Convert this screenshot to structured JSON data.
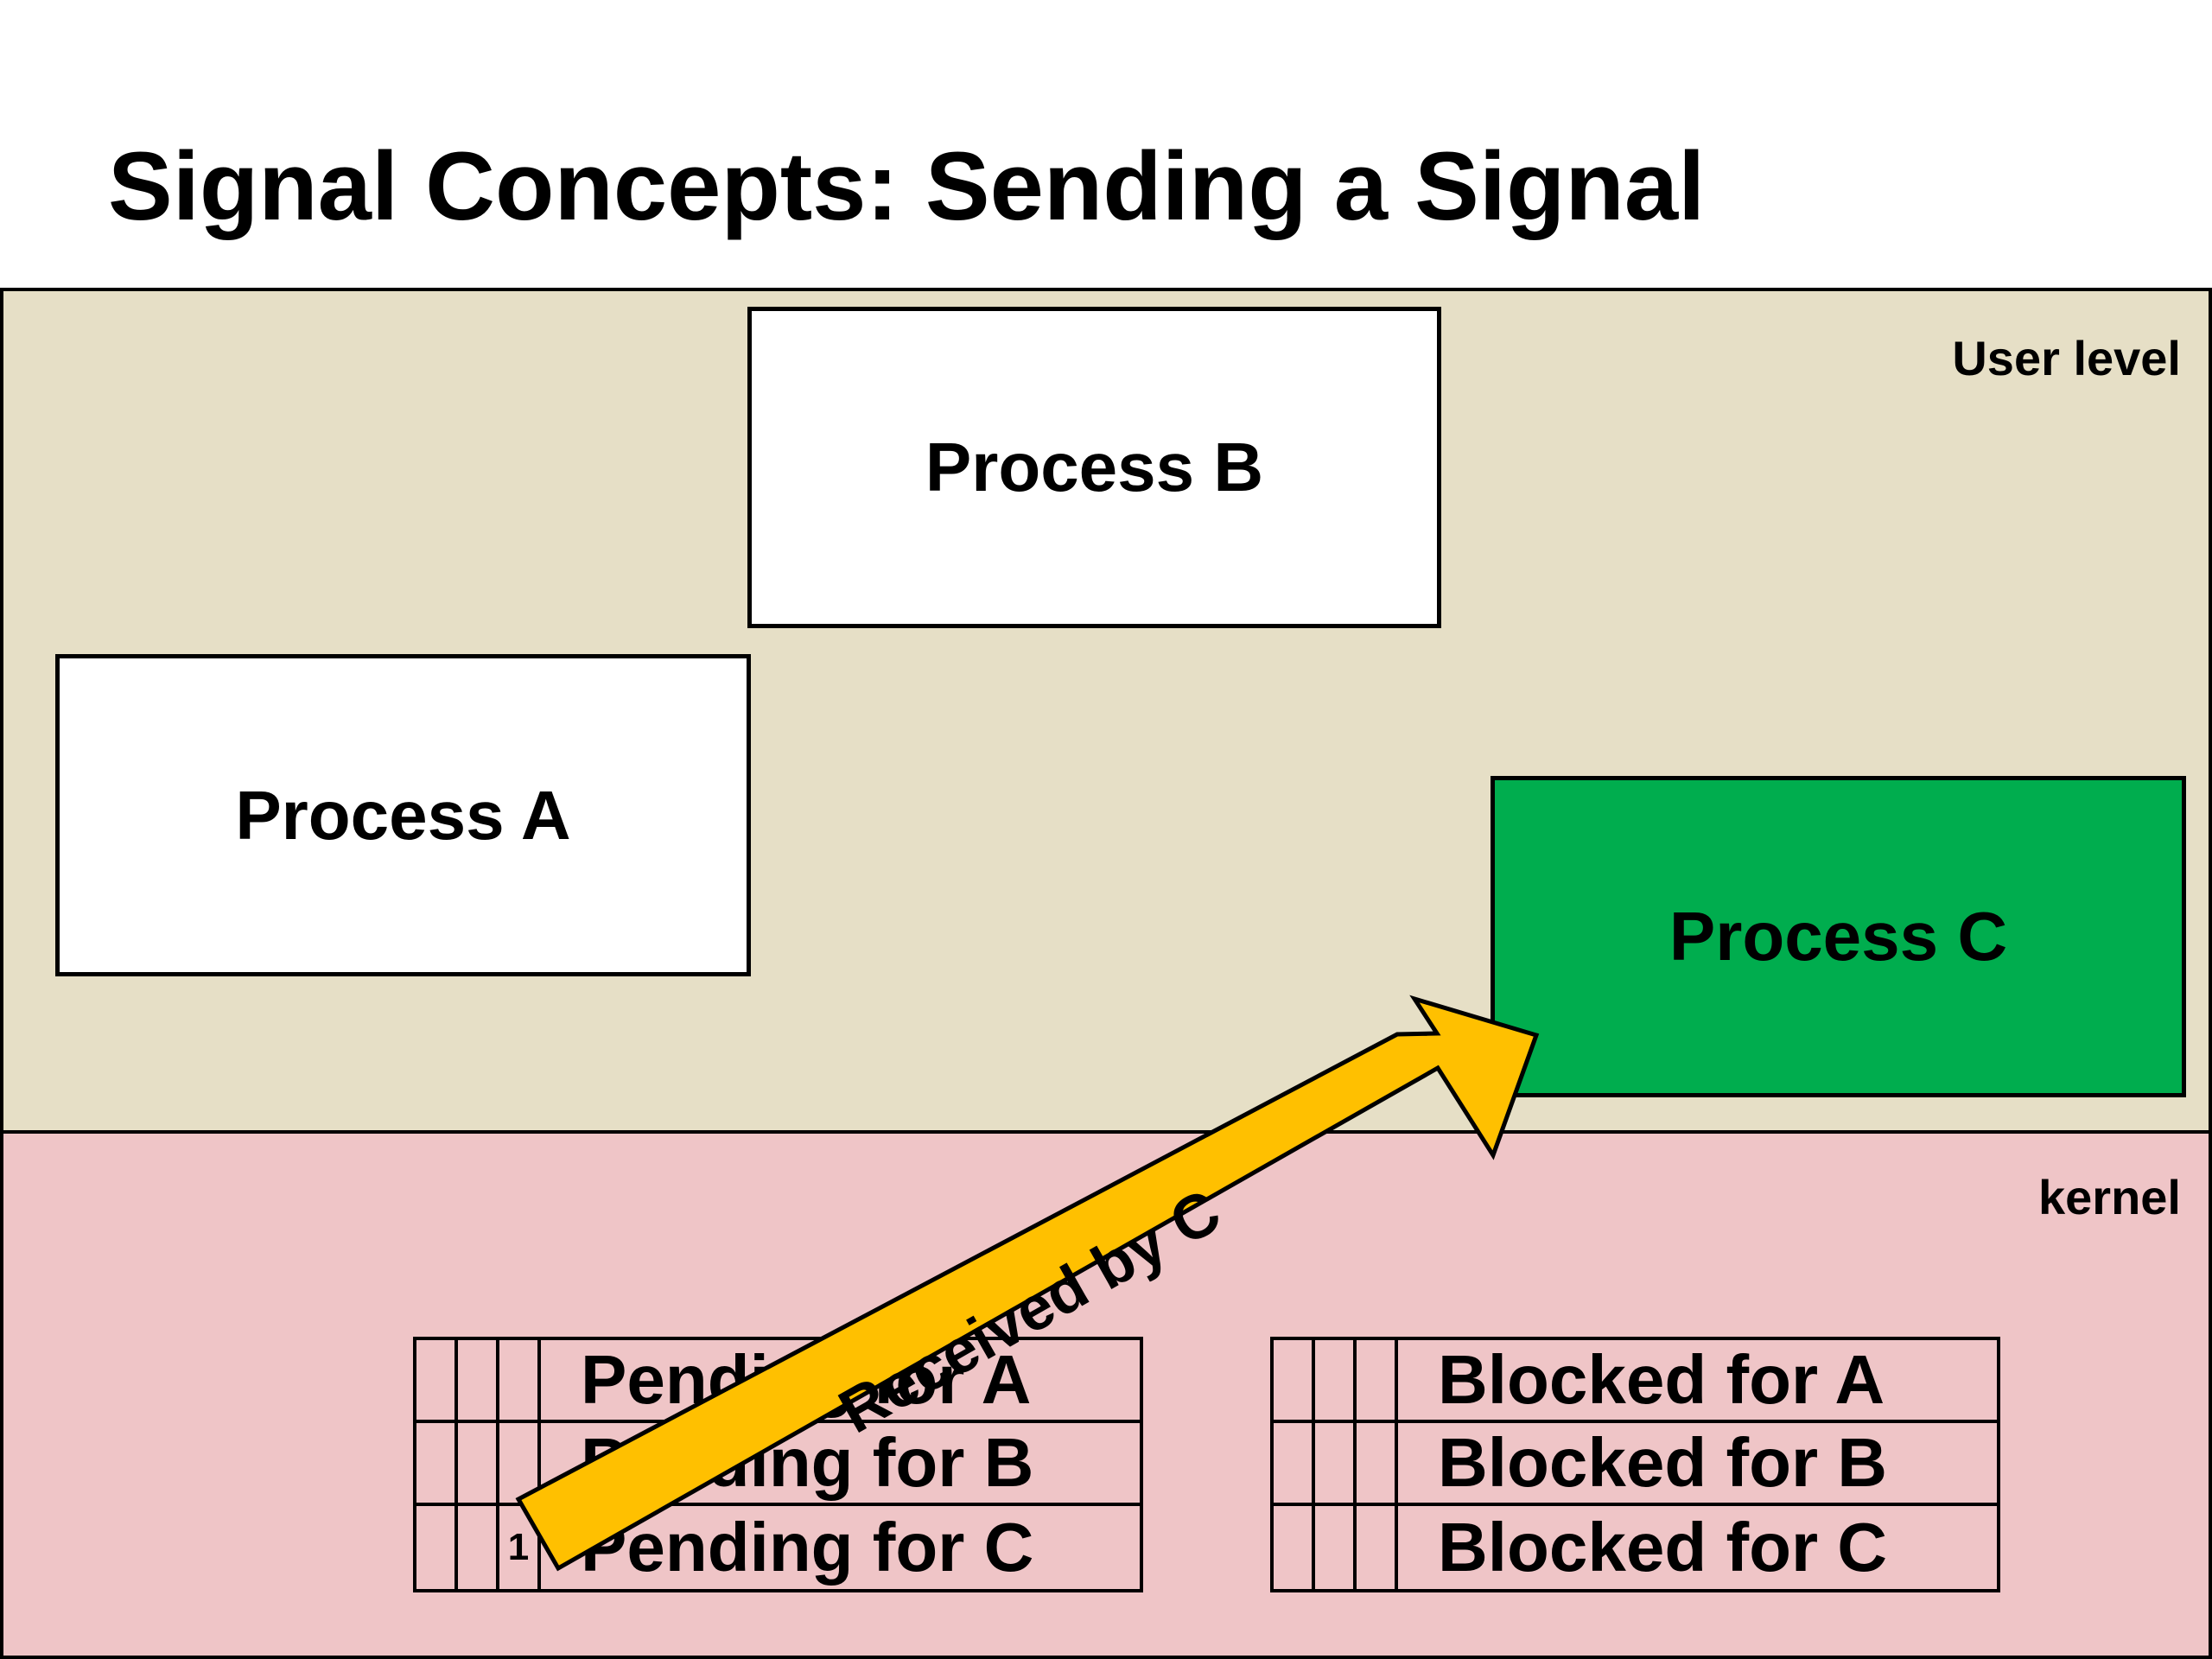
{
  "title": "Signal Concepts: Sending a Signal",
  "regions": {
    "user_label": "User level",
    "kernel_label": "kernel"
  },
  "colors": {
    "user_level_bg": "#e6dfc6",
    "kernel_bg": "#efc5c7",
    "process_bg": "#ffffff",
    "process_c_bg": "#00ad4e",
    "arrow_fill": "#ffc000"
  },
  "processes": {
    "a": "Process A",
    "b": "Process B",
    "c": "Process C"
  },
  "pending": {
    "rows": [
      {
        "label": "Pending for A",
        "bit": ""
      },
      {
        "label": "Pending for B",
        "bit": ""
      },
      {
        "label": "Pending for C",
        "bit": "1"
      }
    ]
  },
  "blocked": {
    "rows": [
      {
        "label": "Blocked for A"
      },
      {
        "label": "Blocked for B"
      },
      {
        "label": "Blocked for C"
      }
    ]
  },
  "arrow": {
    "label": "Received by C"
  }
}
